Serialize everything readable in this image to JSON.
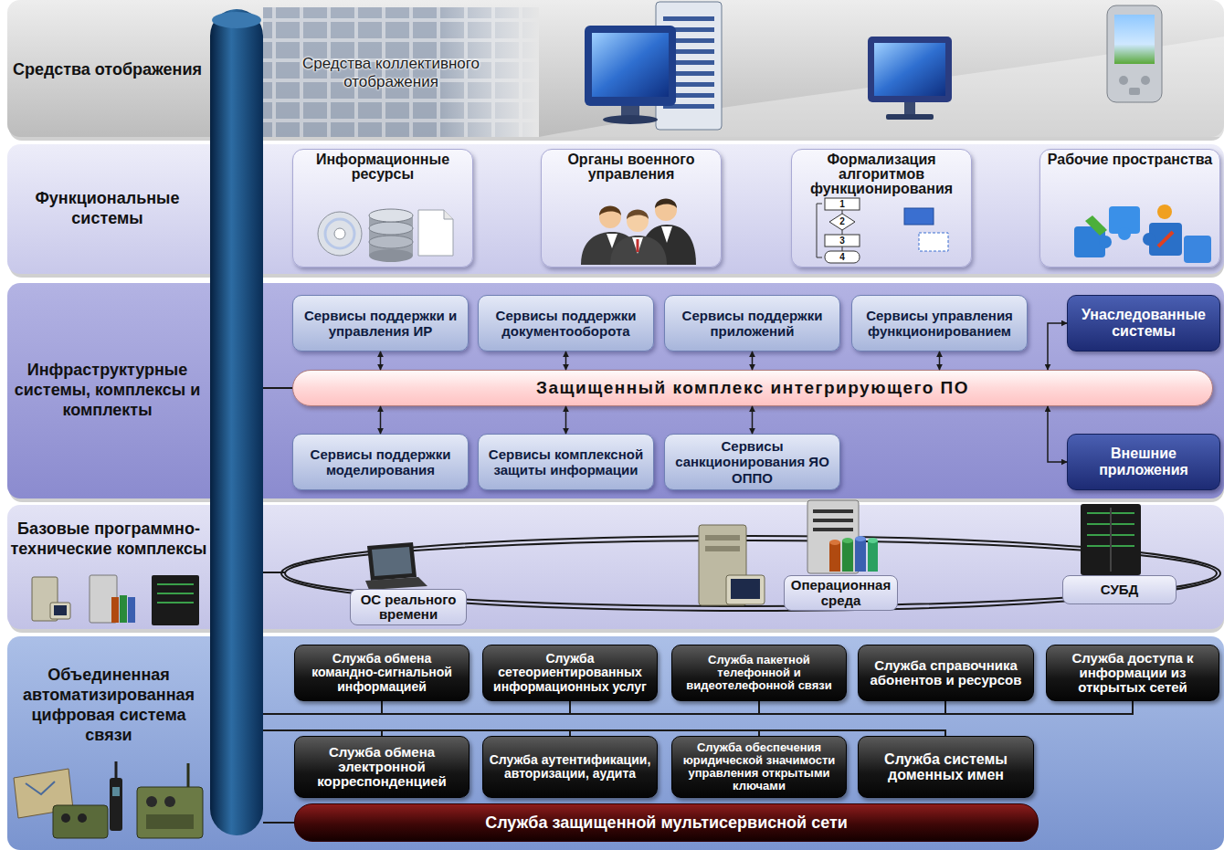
{
  "diagram": {
    "nodes": [
      {
        "text": [
          "Средства отображения"
        ]
      },
      {
        "text": [
          "Средства коллективного отображения"
        ],
        "in": 0
      },
      {
        "text": [
          "Функциональные системы"
        ]
      },
      {
        "text": [
          "Информационные ресурсы"
        ],
        "in": 2
      },
      {
        "text": [
          "Органы военного управления"
        ],
        "in": 2
      },
      {
        "text": [
          "Формализация алгоритмов функционирования"
        ],
        "in": 2
      },
      {
        "text": [
          "Рабочие пространства"
        ],
        "in": 2
      },
      {
        "text": [
          "Инфраструктурные системы, комплексы и комплекты"
        ]
      },
      {
        "text": [
          "Сервисы поддержки и управления ИР"
        ],
        "in": 7
      },
      {
        "text": [
          "Сервисы поддержки документооборота"
        ],
        "in": 7
      },
      {
        "text": [
          "Сервисы поддержки приложений"
        ],
        "in": 7
      },
      {
        "text": [
          "Сервисы управления функционированием"
        ],
        "in": 7
      },
      {
        "text": [
          "Унаследованные системы"
        ],
        "in": 7
      },
      {
        "text": [
          "Защищенный комплекс интегрирующего ПО"
        ],
        "in": 7
      },
      {
        "text": [
          "Сервисы поддержки моделирования"
        ],
        "in": 7
      },
      {
        "text": [
          "Сервисы комплексной защиты информации"
        ],
        "in": 7
      },
      {
        "text": [
          "Сервисы санкционирования ЯО ОППО"
        ],
        "in": 7
      },
      {
        "text": [
          "Внешние приложения"
        ],
        "in": 7
      },
      {
        "text": [
          "Базовые программно-технические комплексы"
        ]
      },
      {
        "text": [
          "ОС реального времени"
        ],
        "in": 18
      },
      {
        "text": [
          "Операционная среда"
        ],
        "in": 18
      },
      {
        "text": [
          "СУБД"
        ],
        "in": 18
      },
      {
        "text": [
          "Объединенная автоматизированная цифровая система связи"
        ]
      },
      {
        "text": [
          "Служба обмена командно-сигнальной информацией"
        ],
        "in": 22
      },
      {
        "text": [
          "Служба сетеориентированных информационных услуг"
        ],
        "in": 22
      },
      {
        "text": [
          "Служба пакетной телефонной и видеотелефонной связи"
        ],
        "in": 22
      },
      {
        "text": [
          "Служба справочника абонентов и ресурсов"
        ],
        "in": 22
      },
      {
        "text": [
          "Служба доступа к информации из открытых сетей"
        ],
        "in": 22
      },
      {
        "text": [
          "Служба обмена электронной корреспонденцией"
        ],
        "in": 22
      },
      {
        "text": [
          "Служба аутентификации, авторизации, аудита"
        ],
        "in": 22
      },
      {
        "text": [
          "Служба обеспечения юридической значимости управления открытыми ключами"
        ],
        "in": 22
      },
      {
        "text": [
          "Служба системы доменных имен"
        ],
        "in": 22
      },
      {
        "text": [
          "Служба защищенной мультисервисной сети"
        ],
        "in": 22
      }
    ],
    "edges": [
      {
        "from": 8,
        "to": 13,
        "arrow": "both"
      },
      {
        "from": 9,
        "to": 13,
        "arrow": "both"
      },
      {
        "from": 10,
        "to": 13,
        "arrow": "both"
      },
      {
        "from": 11,
        "to": 13,
        "arrow": "both"
      },
      {
        "from": 14,
        "to": 13,
        "arrow": "both"
      },
      {
        "from": 15,
        "to": 13,
        "arrow": "both"
      },
      {
        "from": 16,
        "to": 13,
        "arrow": "both"
      },
      {
        "from": 13,
        "to": 12,
        "arrow": "both"
      },
      {
        "from": 13,
        "to": 17,
        "arrow": "both"
      }
    ],
    "labels": [
      "1",
      "2",
      "3",
      "4"
    ]
  }
}
